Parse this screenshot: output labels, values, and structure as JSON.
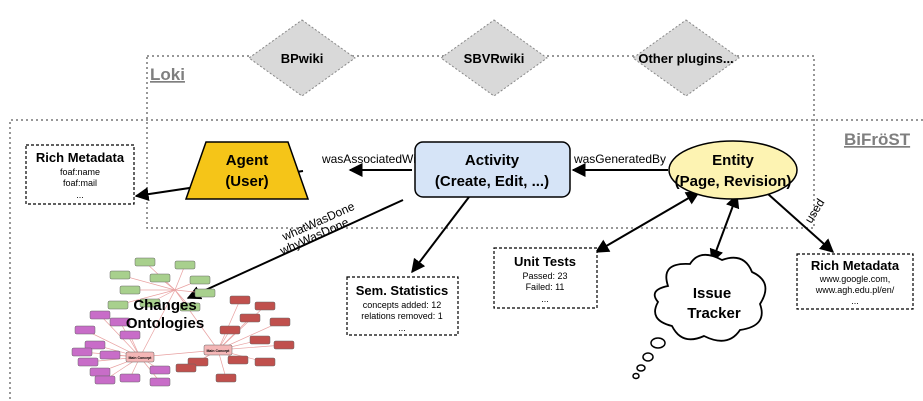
{
  "regions": {
    "loki": "Loki",
    "bifrost": "BiFröST"
  },
  "plugins": [
    "BPwiki",
    "SBVRwiki",
    "Other plugins..."
  ],
  "nodes": {
    "agent": {
      "line1": "Agent",
      "line2": "(User)",
      "color": "#f5c518"
    },
    "activity": {
      "line1": "Activity",
      "line2": "(Create, Edit, ...)",
      "color": "#d6e4f7"
    },
    "entity": {
      "line1": "Entity",
      "line2": "(Page, Revision)",
      "color": "#fdf3b2"
    }
  },
  "edges": {
    "was_associated_with": "wasAssociatedWith",
    "was_generated_by": "wasGeneratedBy",
    "what_was_done": "whatWasDone",
    "why_was_done": "whyWasDone",
    "used": "used"
  },
  "boxes": {
    "rich_metadata_left": {
      "title": "Rich Metadata",
      "lines": [
        "foaf:name",
        "foaf:mail",
        "..."
      ]
    },
    "sem_statistics": {
      "title": "Sem. Statistics",
      "lines": [
        "concepts added: 12",
        "relations removed: 1",
        "..."
      ]
    },
    "unit_tests": {
      "title": "Unit Tests",
      "lines": [
        "Passed: 23",
        "Failed: 11",
        "..."
      ]
    },
    "rich_metadata_right": {
      "title": "Rich Metadata",
      "lines": [
        "www.google.com,",
        "www.agh.edu.pl/en/",
        "..."
      ]
    }
  },
  "issue_tracker": {
    "line1": "Issue",
    "line2": "Tracker"
  },
  "ontologies": {
    "label_line1": "Changes",
    "label_line2": "Ontologies",
    "center_label": "Main Concept",
    "colors": {
      "green": "#a8d08d",
      "red": "#c0504d",
      "pink": "#f4b6b6",
      "purple": "#c86dc8"
    }
  }
}
